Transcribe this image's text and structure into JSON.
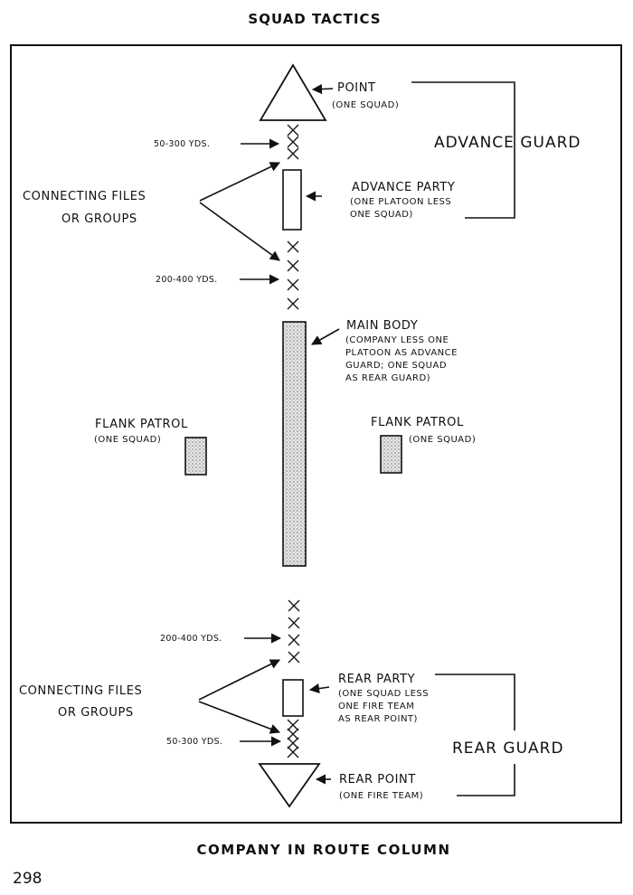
{
  "header": {
    "title": "SQUAD TACTICS"
  },
  "caption": "COMPANY IN ROUTE COLUMN",
  "page_number": "298",
  "labels": {
    "point": {
      "title": "POINT",
      "sub": [
        "(ONE SQUAD)"
      ]
    },
    "advance_party": {
      "title": "ADVANCE PARTY",
      "sub": [
        "(ONE PLATOON LESS",
        "ONE SQUAD)"
      ]
    },
    "main_body": {
      "title": "MAIN BODY",
      "sub": [
        "(COMPANY LESS ONE",
        "PLATOON AS ADVANCE",
        "GUARD; ONE SQUAD",
        "AS REAR GUARD)"
      ]
    },
    "flank_patrol_left": {
      "title": "FLANK PATROL",
      "sub": [
        "(ONE SQUAD)"
      ]
    },
    "flank_patrol_right": {
      "title": "FLANK PATROL",
      "sub": [
        "(ONE SQUAD)"
      ]
    },
    "rear_party": {
      "title": "REAR PARTY",
      "sub": [
        "(ONE SQUAD LESS",
        "ONE FIRE TEAM",
        "AS REAR POINT)"
      ]
    },
    "rear_point": {
      "title": "REAR POINT",
      "sub": [
        "(ONE FIRE TEAM)"
      ]
    },
    "connecting_top": [
      "CONNECTING FILES",
      "OR GROUPS"
    ],
    "connecting_bottom": [
      "CONNECTING FILES",
      "OR GROUPS"
    ],
    "advance_guard": "ADVANCE GUARD",
    "rear_guard": "REAR GUARD"
  },
  "distances": {
    "top_1": "50-300 YDS.",
    "top_2": "200-400 YDS.",
    "bottom_1": "200-400 YDS.",
    "bottom_2": "50-300 YDS."
  }
}
